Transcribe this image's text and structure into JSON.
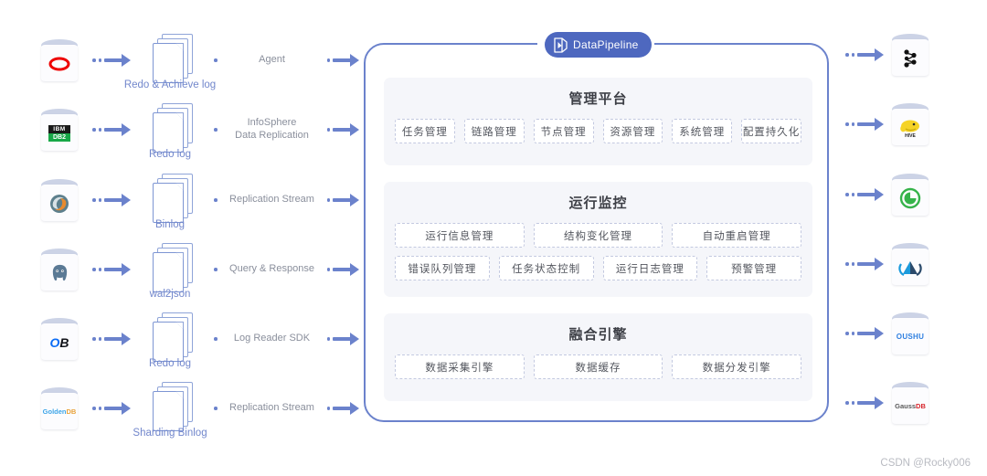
{
  "brand": {
    "name": "DataPipeline",
    "logo_icon": "datapipeline-logo-icon",
    "color": "#4e68bf"
  },
  "theme": {
    "accent": "#6b82cc",
    "border": "#6b82cc",
    "label_blue": "#7287cc",
    "text_gray": "#8a8f9c",
    "panel_bg": "#f5f6fa"
  },
  "sources": [
    {
      "db": "Oracle",
      "db_icon": "oracle-icon",
      "doc_icon": "document-stack-icon",
      "doc_label": "Redo & Achieve log",
      "connector": "Agent"
    },
    {
      "db": "IBM DB2",
      "db_icon": "ibm-db2-icon",
      "doc_icon": "document-stack-icon",
      "doc_label": "Redo log",
      "connector": "InfoSphere\nData Replication"
    },
    {
      "db": "MySQL",
      "db_icon": "mysql-icon",
      "doc_icon": "document-stack-icon",
      "doc_label": "Binlog",
      "connector": "Replication Stream"
    },
    {
      "db": "PostgreSQL",
      "db_icon": "postgresql-icon",
      "doc_icon": "document-stack-icon",
      "doc_label": "wal2json",
      "connector": "Query & Response"
    },
    {
      "db": "OceanBase",
      "db_icon": "oceanbase-icon",
      "doc_icon": "document-stack-icon",
      "doc_label": "Redo log",
      "connector": "Log Reader SDK"
    },
    {
      "db": "GoldenDB",
      "db_icon": "goldendb-icon",
      "doc_icon": "document-stack-icon",
      "doc_label": "Sharding Binlog",
      "connector": "Replication Stream"
    }
  ],
  "targets": [
    {
      "db": "Kafka",
      "db_icon": "kafka-icon"
    },
    {
      "db": "Hive",
      "db_icon": "hive-icon"
    },
    {
      "db": "Greenplum",
      "db_icon": "greenplum-icon"
    },
    {
      "db": "Delta Lake",
      "db_icon": "delta-lake-icon"
    },
    {
      "db": "OUSHU",
      "db_icon": "oushu-icon"
    },
    {
      "db": "GaussDB",
      "db_icon": "gaussdb-icon"
    }
  ],
  "panels": [
    {
      "title": "管理平台",
      "rows": [
        [
          "任务管理",
          "链路管理",
          "节点管理",
          "资源管理",
          "系统管理",
          "配置持久化"
        ]
      ]
    },
    {
      "title": "运行监控",
      "rows": [
        [
          "运行信息管理",
          "结构变化管理",
          "自动重启管理"
        ],
        [
          "错误队列管理",
          "任务状态控制",
          "运行日志管理",
          "预警管理"
        ]
      ]
    },
    {
      "title": "融合引擎",
      "rows": [
        [
          "数据采集引擎",
          "数据缓存",
          "数据分发引擎"
        ]
      ]
    }
  ],
  "watermark": "CSDN @Rocky006"
}
